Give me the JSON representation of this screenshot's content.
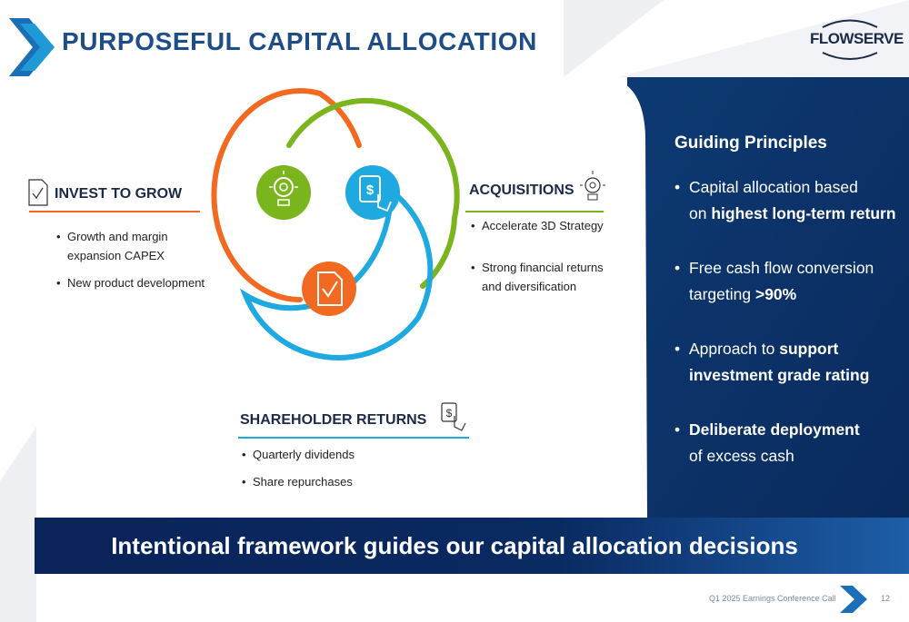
{
  "slide": {
    "title": "PURPOSEFUL CAPITAL ALLOCATION",
    "logo": "FLOWSERVE"
  },
  "invest": {
    "title": "INVEST TO GROW",
    "bullets": [
      "Growth and margin",
      "expansion CAPEX",
      "New product development"
    ]
  },
  "acquisitions": {
    "title": "ACQUISITIONS",
    "bullets": [
      "Accelerate 3D Strategy",
      "Strong financial returns",
      "and diversification"
    ]
  },
  "returns": {
    "title": "SHAREHOLDER RETURNS",
    "bullets": [
      "Quarterly dividends",
      "Share repurchases"
    ]
  },
  "guiding": {
    "title": "Guiding Principles",
    "p1_a": "Capital allocation based",
    "p1_b": "on ",
    "p1_c": "highest long-term return",
    "p2_a": "Free cash flow conversion",
    "p2_b": "targeting ",
    "p2_c": ">90%",
    "p3_a": "Approach to ",
    "p3_b": "support",
    "p3_c": "investment grade rating",
    "p4_a": "Deliberate deployment",
    "p4_b": "of excess cash"
  },
  "banner": {
    "text": "Intentional framework guides our capital allocation decisions"
  },
  "footer": {
    "text": "Q1 2025 Earnings Conference Call",
    "page": "12"
  },
  "colors": {
    "orange": "#f26a21",
    "green": "#7ab51d",
    "blue": "#1fa9e1",
    "navy": "#0d2d63",
    "title_blue": "#1f4d87"
  }
}
